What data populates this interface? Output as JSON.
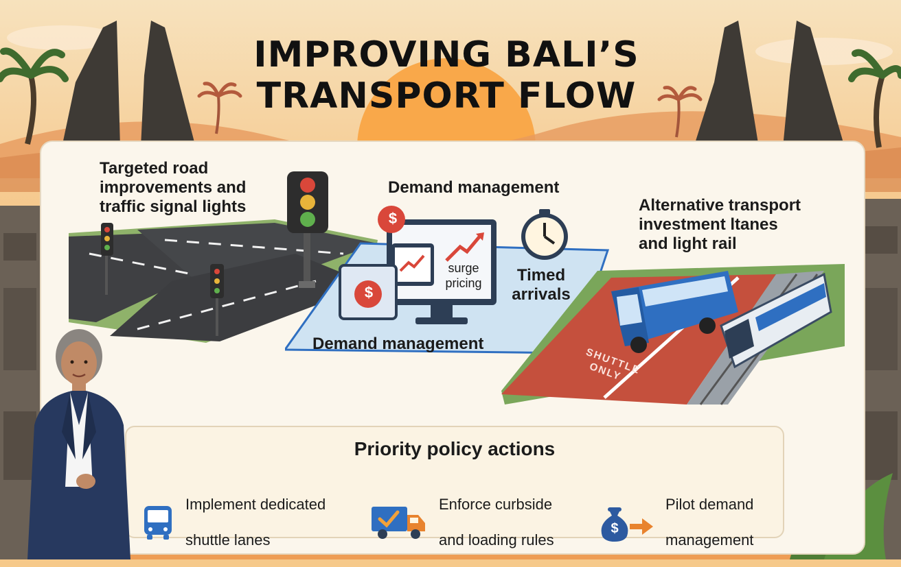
{
  "title": {
    "line1": "IMPROVING BALI’S",
    "line2": "TRANSPORT FLOW"
  },
  "sections": {
    "road": {
      "label_line1": "Targeted road",
      "label_line2": "improvements and",
      "label_line3": "traffic signal lights"
    },
    "demand": {
      "top_label": "Demand management",
      "screen_text_line1": "surge",
      "screen_text_line2": "pricing",
      "dollar_symbol": "$",
      "timed_line1": "Timed",
      "timed_line2": "arrivals",
      "bottom_label": "Demand management"
    },
    "alternative": {
      "label_line1": "Alternative transport",
      "label_line2": "investment ltanes",
      "label_line3": "and light rail",
      "lane_text_line1": "SHUTTLE",
      "lane_text_line2": "ONLY"
    }
  },
  "policy": {
    "heading": "Priority policy actions",
    "items": [
      {
        "line1": "Implement dedicated",
        "line2": "shuttle lanes",
        "icon": "bus-icon"
      },
      {
        "line1": "Enforce curbside",
        "line2": "and loading rules",
        "icon": "delivery-truck-icon"
      },
      {
        "line1": "Pilot demand",
        "line2": "management",
        "icon": "money-bag-icon",
        "symbol": "$"
      }
    ]
  },
  "colors": {
    "sky_top": "#f7d6a0",
    "sky_mid": "#f3b36f",
    "sun": "#f8a548",
    "panel": "#fbf6ec",
    "road": "#3f4043",
    "bus_blue": "#2f6fc1",
    "shuttle_lane": "#c5503d",
    "red_badge": "#d9473a",
    "jacket": "#27395f"
  }
}
